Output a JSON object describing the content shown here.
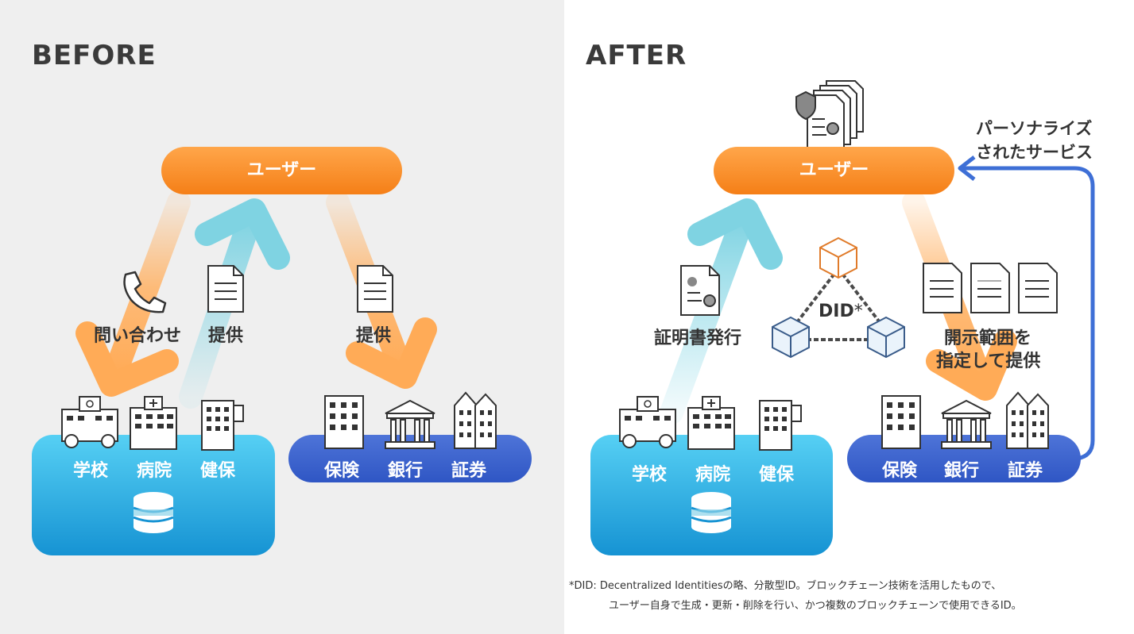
{
  "before": {
    "heading": "BEFORE",
    "user": "ユーザー",
    "inquiry": "問い合わせ",
    "provide_left": "提供",
    "provide_right": "提供",
    "public_orgs": [
      "学校",
      "病院",
      "健保"
    ],
    "private_orgs": [
      "保険",
      "銀行",
      "証券"
    ]
  },
  "after": {
    "heading": "AFTER",
    "user": "ユーザー",
    "personalized": [
      "パーソナライズ",
      "されたサービス"
    ],
    "certificate": "証明書発行",
    "did": "DID",
    "did_mark": "*",
    "disclose": [
      "開示範囲を",
      "指定して提供"
    ],
    "public_orgs": [
      "学校",
      "病院",
      "健保"
    ],
    "private_orgs": [
      "保険",
      "銀行",
      "証券"
    ]
  },
  "footnote": {
    "line1": "*DID: Decentralized Identitiesの略、分散型ID。ブロックチェーン技術を活用したもので、",
    "line2": "ユーザー自身で生成・更新・削除を行い、かつ複数のブロックチェーンで使用できるID。"
  },
  "colors": {
    "orange": "#f57f17",
    "orange_arrow": "#ffb56b",
    "teal_arrow": "#7fd3e2",
    "blue_box": "#1ea7e0",
    "navy_box": "#3a62cc",
    "return_arrow": "#3e6fd6"
  }
}
